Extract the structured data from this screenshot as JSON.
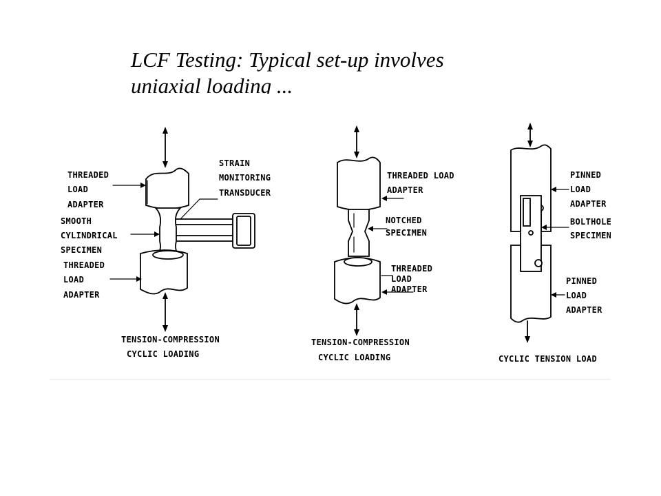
{
  "title": {
    "line1": "LCF Testing: Typical set-up involves",
    "line2": "uniaxial loading ..."
  },
  "left": {
    "threaded_top": [
      "THREADED",
      "LOAD",
      "ADAPTER"
    ],
    "strain": [
      "STRAIN",
      "MONITORING",
      "TRANSDUCER"
    ],
    "specimen": [
      "SMOOTH",
      "CYLINDRICAL",
      "SPECIMEN"
    ],
    "threaded_bottom": [
      "THREADED",
      "LOAD",
      "ADAPTER"
    ],
    "loading": [
      "TENSION-COMPRESSION",
      "CYCLIC LOADING"
    ]
  },
  "middle": {
    "threaded_top": [
      "THREADED LOAD",
      "ADAPTER"
    ],
    "specimen": [
      "NOTCHED",
      "SPECIMEN"
    ],
    "threaded_bottom": [
      "THREADED",
      "LOAD",
      "ADAPTER"
    ],
    "loading": [
      "TENSION-COMPRESSION",
      "CYCLIC LOADING"
    ]
  },
  "right": {
    "pinned_top": [
      "PINNED",
      "LOAD",
      "ADAPTER"
    ],
    "specimen": [
      "BOLTHOLE",
      "SPECIMEN"
    ],
    "pinned_bottom": [
      "PINNED",
      "LOAD",
      "ADAPTER"
    ],
    "loading": [
      "CYCLIC TENSION LOAD"
    ]
  }
}
